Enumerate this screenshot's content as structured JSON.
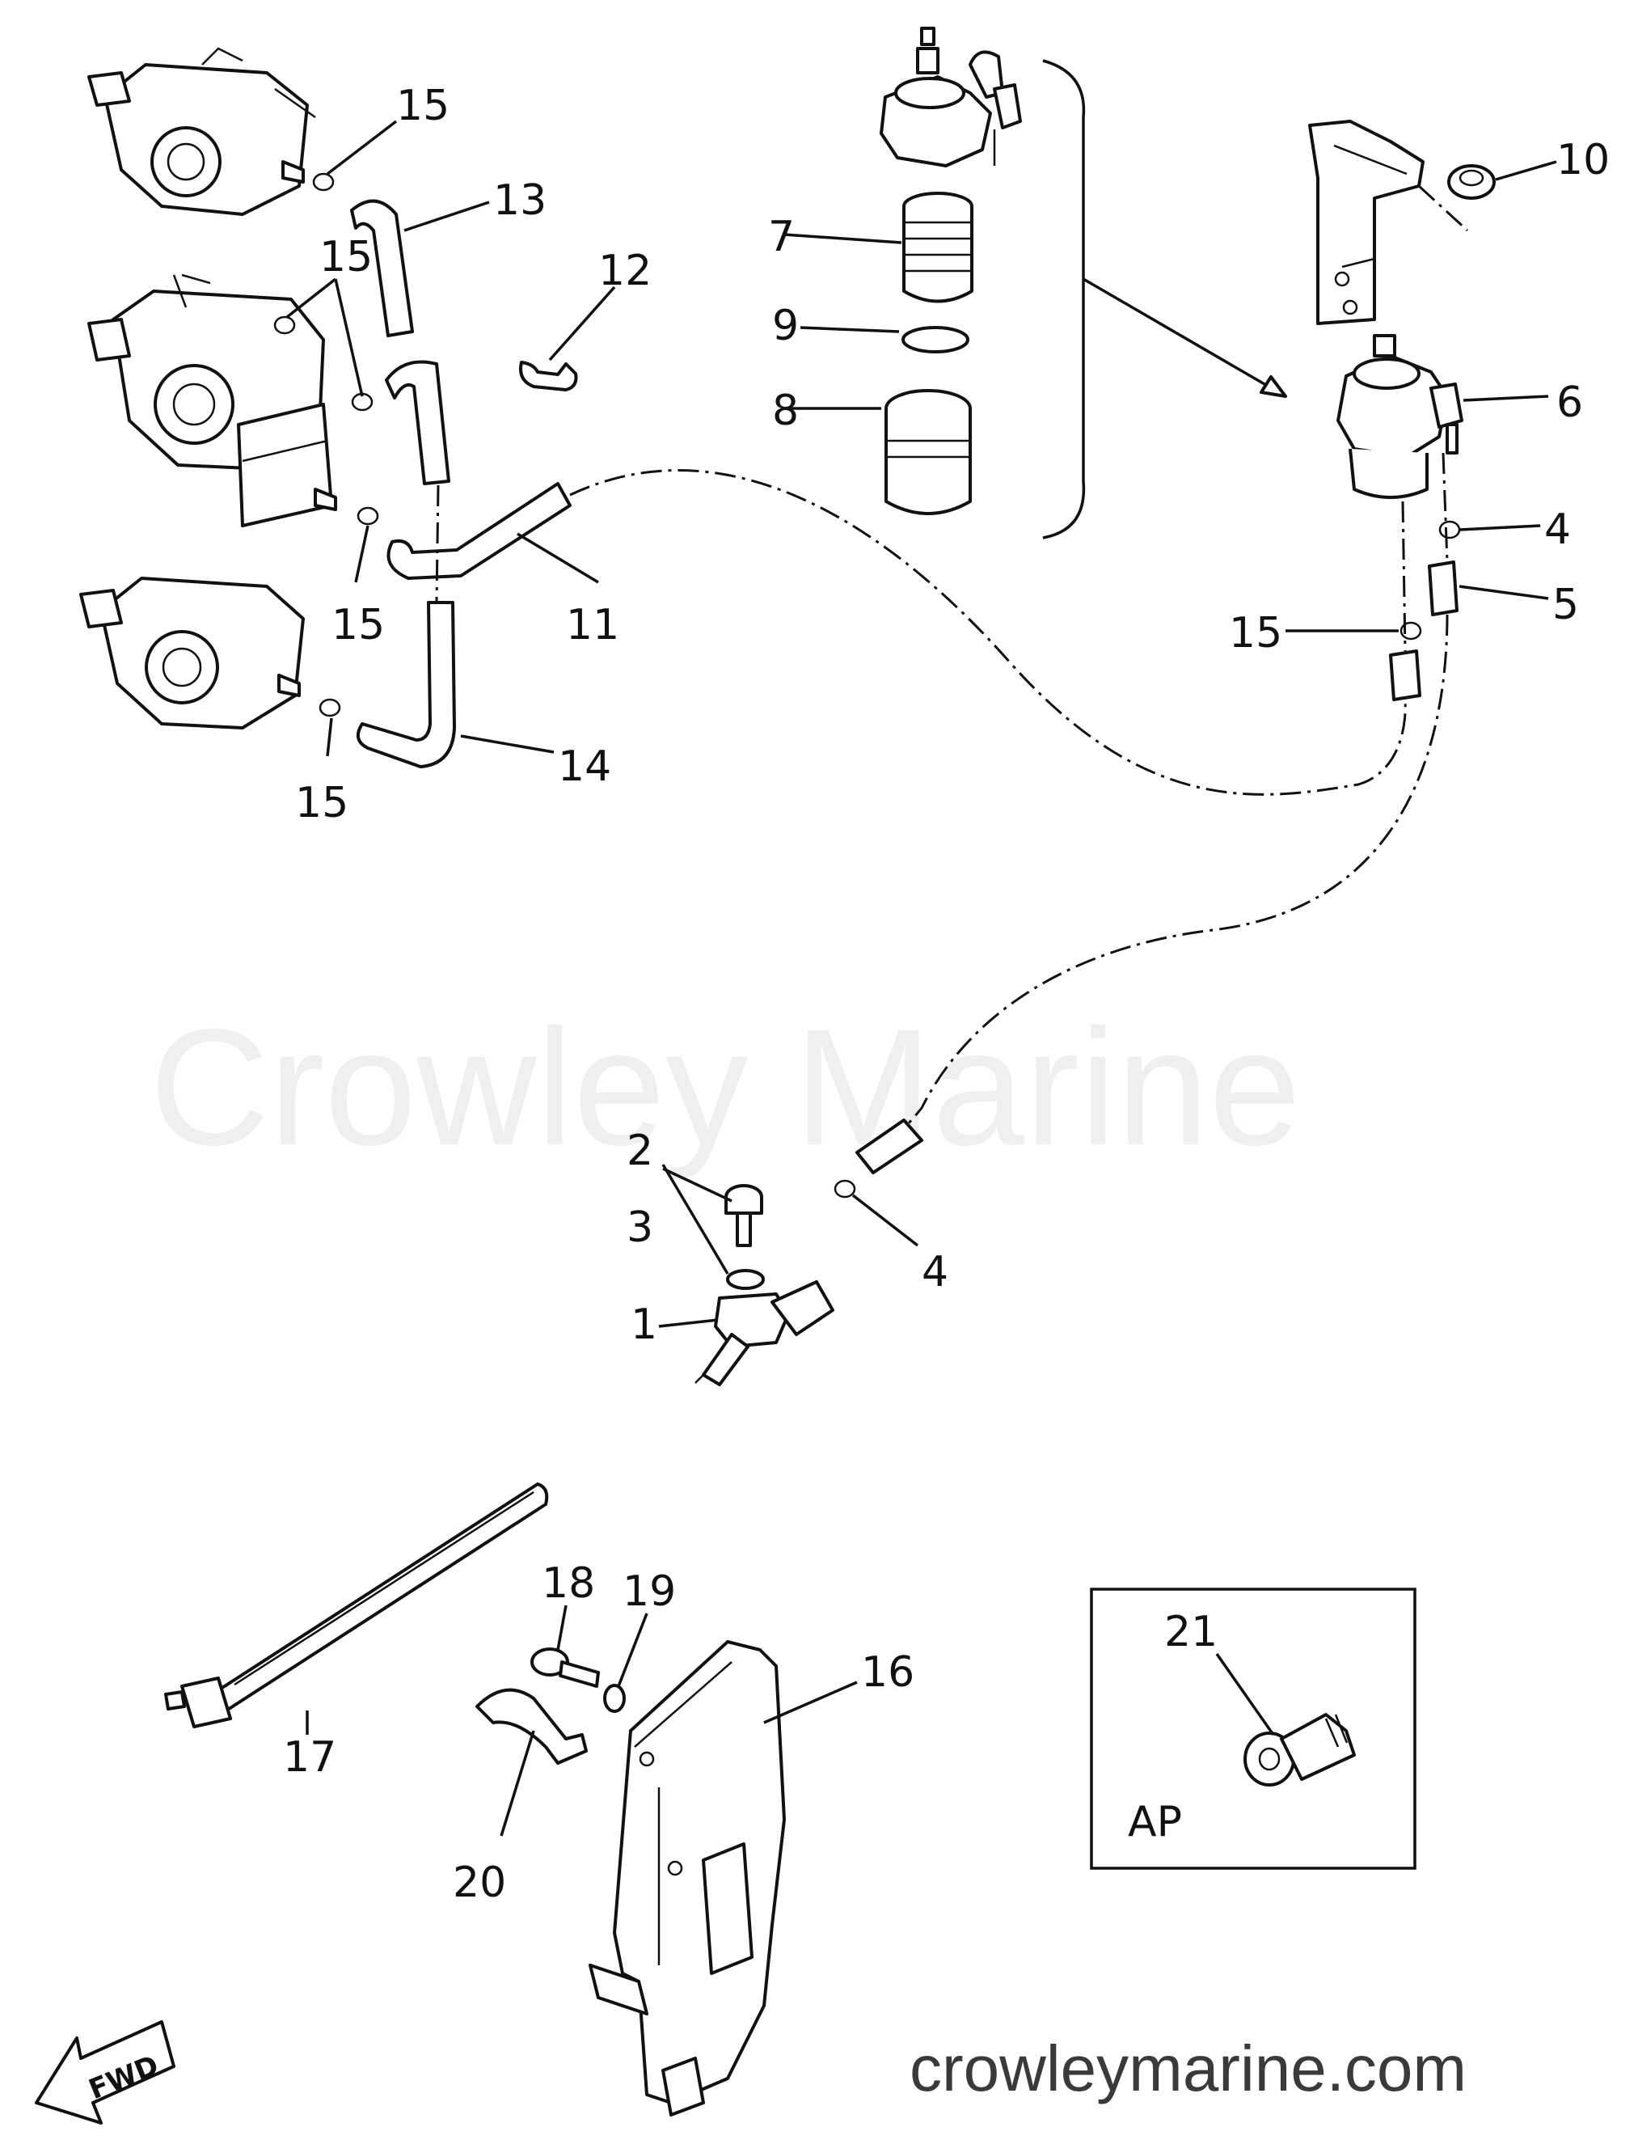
{
  "diagram": {
    "callouts": {
      "c1": "1",
      "c2": "2",
      "c3": "3",
      "c4a": "4",
      "c4b": "4",
      "c5": "5",
      "c6": "6",
      "c7": "7",
      "c8": "8",
      "c9": "9",
      "c10": "10",
      "c11": "11",
      "c12": "12",
      "c13": "13",
      "c14": "14",
      "c15a": "15",
      "c15b": "15",
      "c15c": "15",
      "c15d": "15",
      "c15e": "15",
      "c16": "16",
      "c17": "17",
      "c18": "18",
      "c19": "19",
      "c20": "20",
      "c21": "21"
    },
    "inset_label": "AP",
    "fwd_label": "FWD",
    "watermark": "Crowley Marine",
    "site": "crowleymarine.com"
  }
}
